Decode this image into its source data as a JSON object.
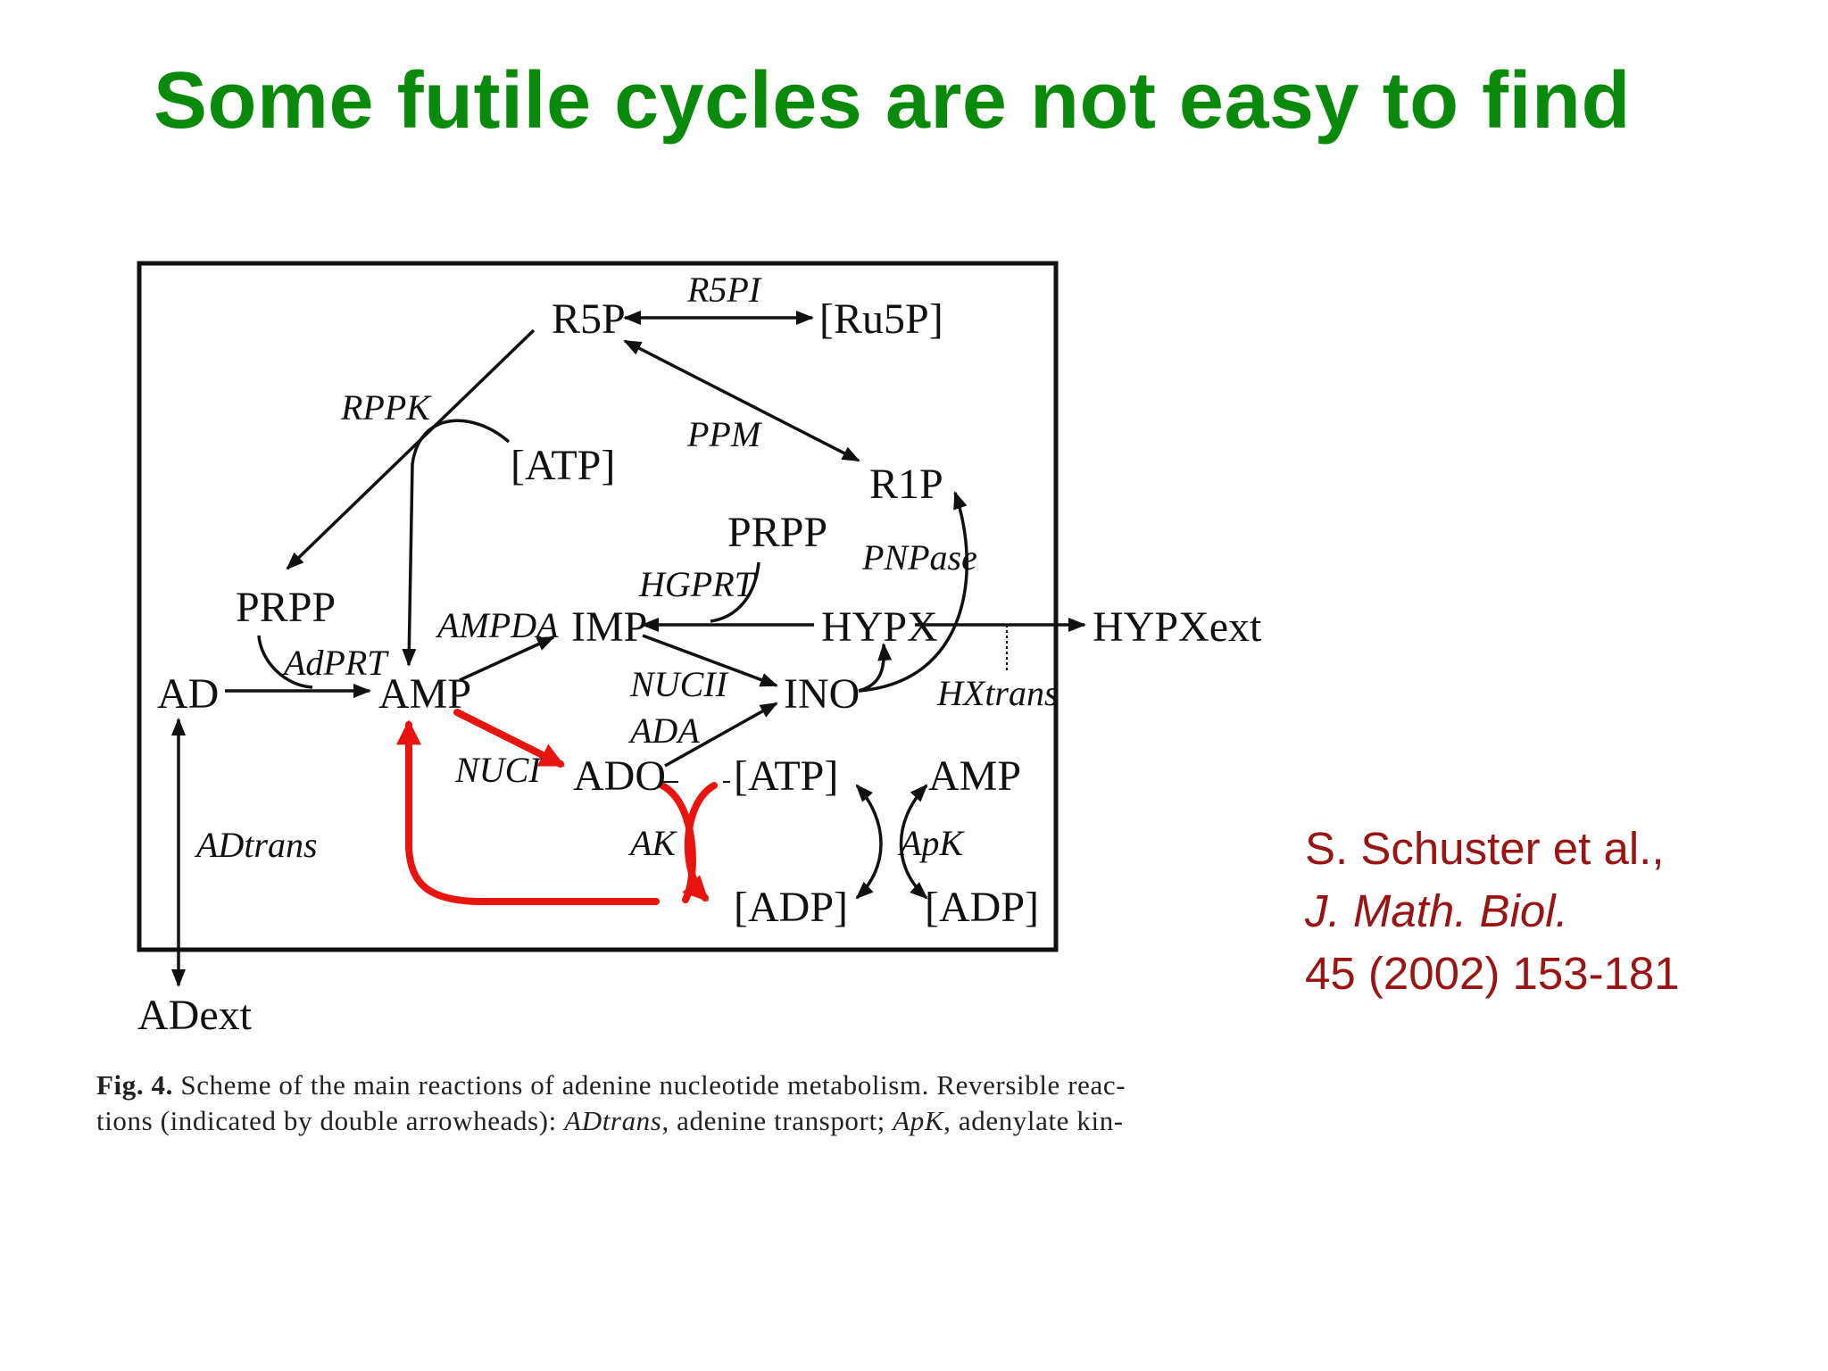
{
  "slide": {
    "title": "Some futile cycles are not easy to find",
    "citation": {
      "authors": "S. Schuster et al.,",
      "journal": "J. Math. Biol.",
      "details": "45 (2002) 153-181"
    }
  },
  "figure": {
    "caption": {
      "label": "Fig. 4.",
      "line1_text": " Scheme of the main reactions of adenine nucleotide metabolism. Reversible reac-",
      "line2_a": "tions (indicated by double arrowheads): ",
      "line2_term1": "ADtrans",
      "line2_b": ", adenine transport; ",
      "line2_term2": "ApK",
      "line2_c": ", adenylate kin-"
    },
    "nodes": {
      "r5p": "R5P",
      "ru5p": "[Ru5P]",
      "atp_top": "[ATP]",
      "r1p": "R1P",
      "prpp_right": "PRPP",
      "prpp_left": "PRPP",
      "imp": "IMP",
      "hypx": "HYPX",
      "hypxext": "HYPXext",
      "ad": "AD",
      "amp": "AMP",
      "ino": "INO",
      "ado": "ADO",
      "atp_mid": "[ATP]",
      "amp_right": "AMP",
      "adp_left": "[ADP]",
      "adp_right": "[ADP]",
      "adext": "ADext"
    },
    "enzymes": {
      "r5pi": "R5PI",
      "rppk": "RPPK",
      "ppm": "PPM",
      "pnpase": "PNPase",
      "hgprt": "HGPRT",
      "ampda": "AMPDA",
      "adprt": "AdPRT",
      "nucii": "NUCII",
      "ada": "ADA",
      "hxtrans": "HXtrans",
      "nuci": "NUCI",
      "adtrans": "ADtrans",
      "ak": "AK",
      "apk": "ApK"
    },
    "highlight_color": "#e8140f"
  }
}
